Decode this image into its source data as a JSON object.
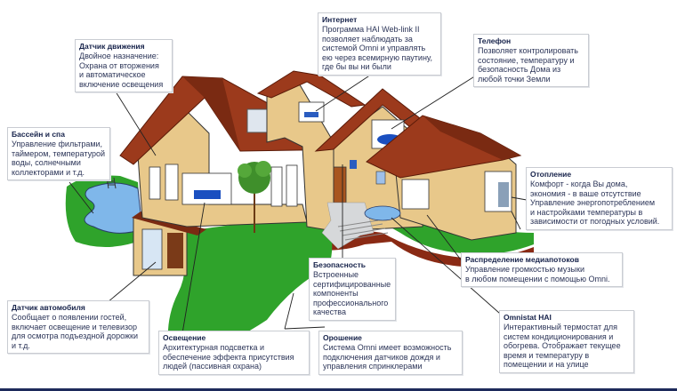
{
  "diagram": {
    "subject": "Smart home (HAI Omni) features illustration",
    "colors": {
      "roof": "#9c3a1c",
      "roof_dark": "#7a2a12",
      "wall": "#e8c88a",
      "lawn": "#2fa32b",
      "pool": "#7fb7ea",
      "soil": "#8a2a14",
      "leader_line": "#222222",
      "callout_border": "#c9ccd2",
      "title_text": "#16224a",
      "bottom_bar": "#1d2a5b"
    },
    "callouts": [
      {
        "id": "motion-sensor",
        "title": "Датчик движения",
        "lines": [
          "Двойное назначение:",
          "Охрана от вторжения",
          "и автоматическое",
          "включение освещения"
        ]
      },
      {
        "id": "internet",
        "title": "Интернет",
        "lines": [
          "Программа HAI Web-link II",
          "позволяет наблюдать за",
          "системой Omni и управлять",
          "ею через всемирную паутину,",
          "где бы вы ни были"
        ]
      },
      {
        "id": "phone",
        "title": "Телефон",
        "lines": [
          "Позволяет контролировать",
          "состояние, температуру и",
          "безопасность Дома из",
          "любой точки Земли"
        ]
      },
      {
        "id": "pool",
        "title": "Бассейн и спа",
        "lines": [
          "Управление фильтрами,",
          "таймером, температурой",
          "воды, солнечными",
          "коллекторами и т.д."
        ]
      },
      {
        "id": "heating",
        "title": "Отопление",
        "lines": [
          "Комфорт - когда Вы дома,",
          "экономия - в ваше отсутствие",
          "Управление энергопотреблением",
          "и настройками температуры в",
          "зависимости от погодных условий."
        ]
      },
      {
        "id": "media",
        "title": "Распределение медиапотоков",
        "lines": [
          "Управление громкостью музыки",
          "в любом помещении с помощью Omni."
        ]
      },
      {
        "id": "security",
        "title": "Безопасность",
        "lines": [
          "Встроенные",
          "сертифицированные",
          "компоненты",
          "профессионального",
          "качества"
        ]
      },
      {
        "id": "car-sensor",
        "title": "Датчик автомобиля",
        "lines": [
          "Сообщает о появлении гостей,",
          "включает освещение и телевизор",
          "для осмотра подъездной дорожки",
          "и т.д."
        ]
      },
      {
        "id": "lighting",
        "title": "Освещение",
        "lines": [
          "Архитектурная подсветка и",
          "обеспечение эффекта присутствия",
          "людей (пассивная охрана)"
        ]
      },
      {
        "id": "irrigation",
        "title": "Орошение",
        "lines": [
          "Система Omni имеет возможность",
          "подключения датчиков дождя и",
          "управления спринклерами"
        ]
      },
      {
        "id": "omnistat",
        "title": "Omnistat HAI",
        "lines": [
          "Интерактивный термостат для",
          "систем кондиционирования и",
          "обогрева. Отображает текущее",
          "время и температуру в",
          "помещении и на улице"
        ]
      }
    ]
  }
}
